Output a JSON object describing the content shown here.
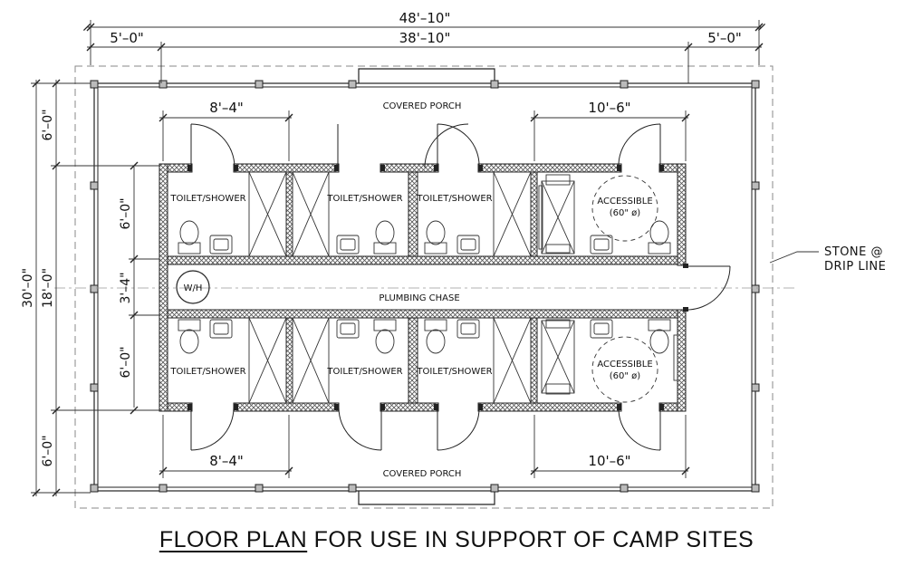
{
  "dimensions": {
    "overall_width": "48'–10\"",
    "left_overhang": "5'–0\"",
    "building_width": "38'–10\"",
    "right_overhang": "5'–0\"",
    "overall_depth": "30'–0\"",
    "porch_top": "6'–0\"",
    "building_depth": "18'–0\"",
    "porch_bottom": "6'–0\"",
    "room_depth_top": "6'–0\"",
    "chase_width": "3'–4\"",
    "room_depth_bottom": "6'–0\"",
    "stall_width_top": "8'–4\"",
    "accessible_width_top": "10'–6\"",
    "stall_width_bottom": "8'–4\"",
    "accessible_width_bottom": "10'–6\""
  },
  "labels": {
    "covered_porch_top": "COVERED PORCH",
    "covered_porch_bottom": "COVERED PORCH",
    "plumbing_chase": "PLUMBING CHASE",
    "water_heater": "W/H",
    "rooms_top": [
      "TOILET/SHOWER",
      "TOILET/SHOWER",
      "TOILET/SHOWER"
    ],
    "rooms_bottom": [
      "TOILET/SHOWER",
      "TOILET/SHOWER",
      "TOILET/SHOWER"
    ],
    "accessible_top": [
      "ACCESSIBLE",
      "(60\" ø)"
    ],
    "accessible_bottom": [
      "ACCESSIBLE",
      "(60\" ø)"
    ],
    "stone_note": [
      "STONE @",
      "DRIP LINE"
    ]
  },
  "caption": {
    "underlined": "FLOOR PLAN",
    "rest": " FOR USE IN SUPPORT OF CAMP SITES"
  }
}
